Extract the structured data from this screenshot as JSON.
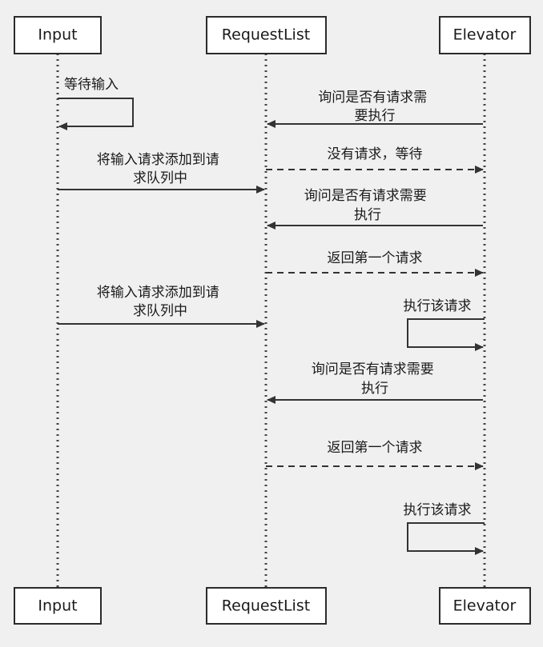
{
  "participants": [
    {
      "id": "input",
      "label": "Input"
    },
    {
      "id": "requestlist",
      "label": "RequestList"
    },
    {
      "id": "elevator",
      "label": "Elevator"
    }
  ],
  "messages": [
    {
      "from": "input",
      "to": "input",
      "style": "solid",
      "label": [
        "等待输入"
      ]
    },
    {
      "from": "elevator",
      "to": "requestlist",
      "style": "solid",
      "label": [
        "询问是否有请求需",
        "要执行"
      ]
    },
    {
      "from": "requestlist",
      "to": "elevator",
      "style": "dashed",
      "label": [
        "没有请求，等待"
      ]
    },
    {
      "from": "input",
      "to": "requestlist",
      "style": "solid",
      "label": [
        "将输入请求添加到请",
        "求队列中"
      ]
    },
    {
      "from": "elevator",
      "to": "requestlist",
      "style": "solid",
      "label": [
        "询问是否有请求需要",
        "执行"
      ]
    },
    {
      "from": "requestlist",
      "to": "elevator",
      "style": "dashed",
      "label": [
        "返回第一个请求"
      ]
    },
    {
      "from": "input",
      "to": "requestlist",
      "style": "solid",
      "label": [
        "将输入请求添加到请",
        "求队列中"
      ]
    },
    {
      "from": "elevator",
      "to": "elevator",
      "style": "solid",
      "label": [
        "执行该请求"
      ]
    },
    {
      "from": "elevator",
      "to": "requestlist",
      "style": "solid",
      "label": [
        "询问是否有请求需要",
        "执行"
      ]
    },
    {
      "from": "requestlist",
      "to": "elevator",
      "style": "dashed",
      "label": [
        "返回第一个请求"
      ]
    },
    {
      "from": "elevator",
      "to": "elevator",
      "style": "solid",
      "label": [
        "执行该请求"
      ]
    }
  ]
}
